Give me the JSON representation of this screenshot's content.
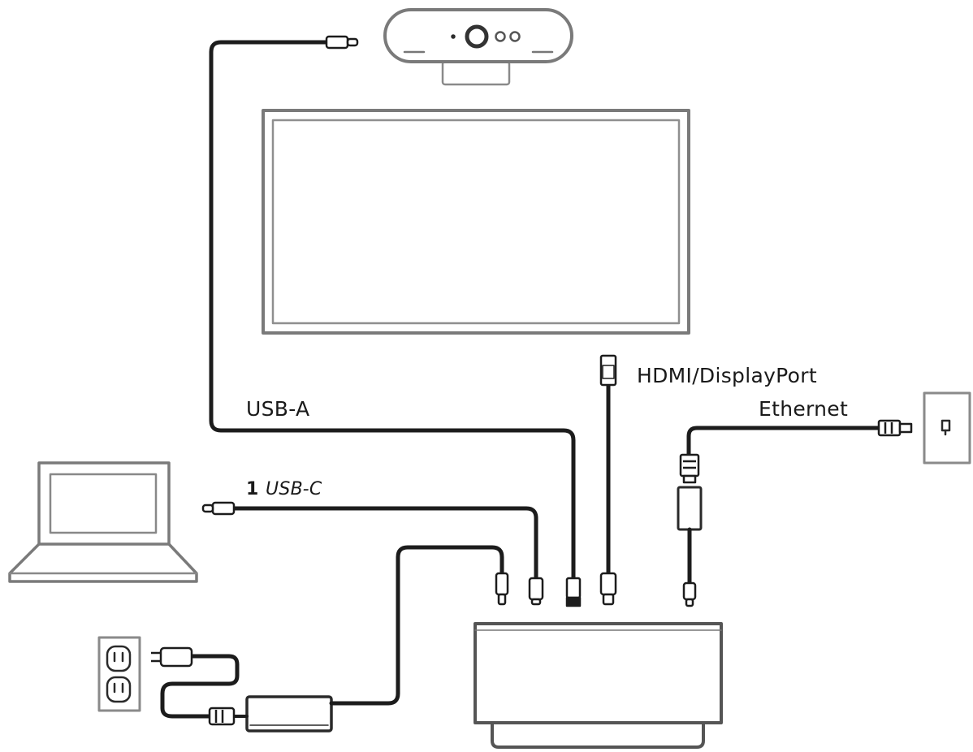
{
  "labels": {
    "usb_a": "USB-A",
    "usb_c_number": "1",
    "usb_c": "USB-C",
    "hdmi_displayport": "HDMI/DisplayPort",
    "ethernet": "Ethernet"
  },
  "colors": {
    "line": "#2a2a2a",
    "cable": "#1c1c1c",
    "device_fill": "#ffffff",
    "device_shade": "#9a9a9a"
  }
}
